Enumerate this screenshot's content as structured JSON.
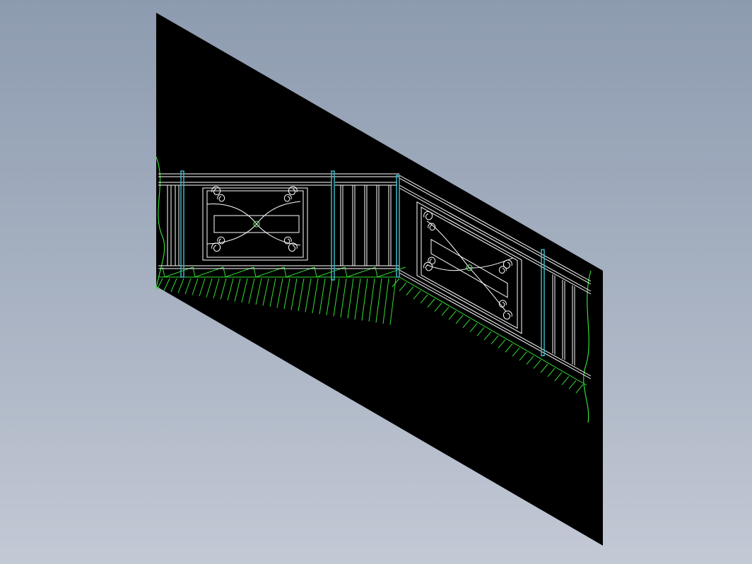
{
  "viewport": {
    "background_top": "#8d9bb0",
    "background_bottom": "#c3c9d5"
  },
  "drawing": {
    "sheet_color": "#000000",
    "railing_color": "#ffffff",
    "post_color": "#3fb6c4",
    "ground_color": "#33dd33",
    "ornament_accent_color": "#7cf07c",
    "left_flat_section": {
      "bays": [
        {
          "kind": "ornament"
        },
        {
          "kind": "pickets",
          "count": 5
        }
      ]
    },
    "sloped_section": {
      "bays": [
        {
          "kind": "ornament"
        },
        {
          "kind": "pickets",
          "count": 3
        }
      ]
    }
  }
}
